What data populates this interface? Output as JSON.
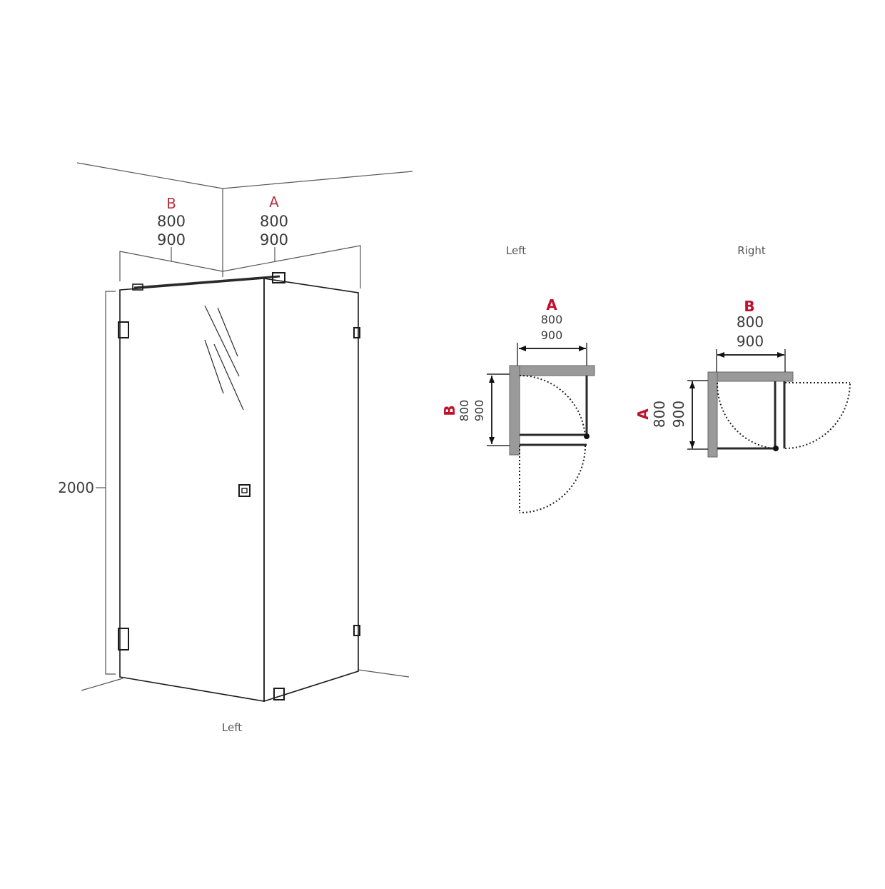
{
  "perspective": {
    "label_b": "B",
    "label_a": "A",
    "b_size1": "800",
    "b_size2": "900",
    "a_size1": "800",
    "a_size2": "900",
    "height": "2000",
    "caption": "Left"
  },
  "plan_left": {
    "title": "Left",
    "top_letter": "A",
    "top_size1": "800",
    "top_size2": "900",
    "side_letter": "B",
    "side_size1": "800",
    "side_size2": "900"
  },
  "plan_right": {
    "title": "Right",
    "top_letter": "B",
    "top_size1": "800",
    "top_size2": "900",
    "side_letter": "A",
    "side_size1": "800",
    "side_size2": "900"
  },
  "colors": {
    "label_red": "#b5313f",
    "label_red_bold": "#c0102a",
    "wall_grey": "#9a9a9a",
    "line": "#2a2a2a"
  }
}
